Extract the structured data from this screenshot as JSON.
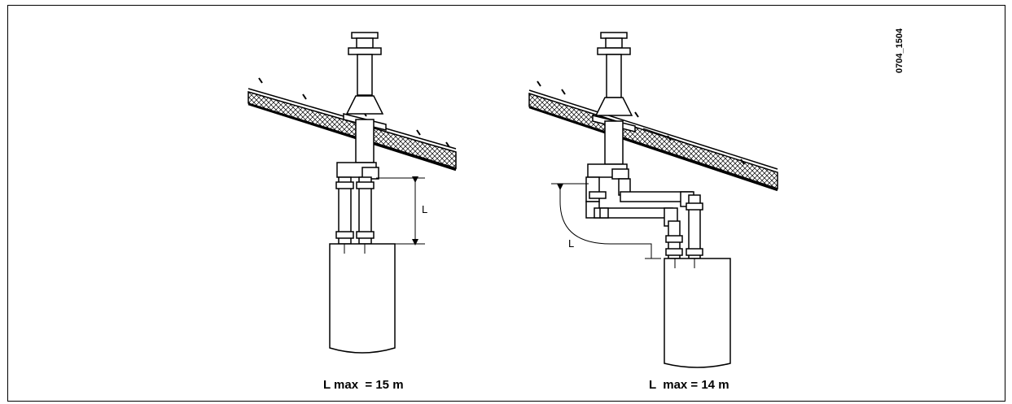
{
  "figure_code": "0704_1504",
  "left": {
    "dimension_label": "L",
    "caption": "L max  = 15 m"
  },
  "right": {
    "dimension_label": "L",
    "caption": "L  max = 14 m"
  },
  "colors": {
    "ink": "#000000",
    "paper": "#ffffff",
    "pipe": "#f4f4f4",
    "roof": "#8a8a8a"
  }
}
